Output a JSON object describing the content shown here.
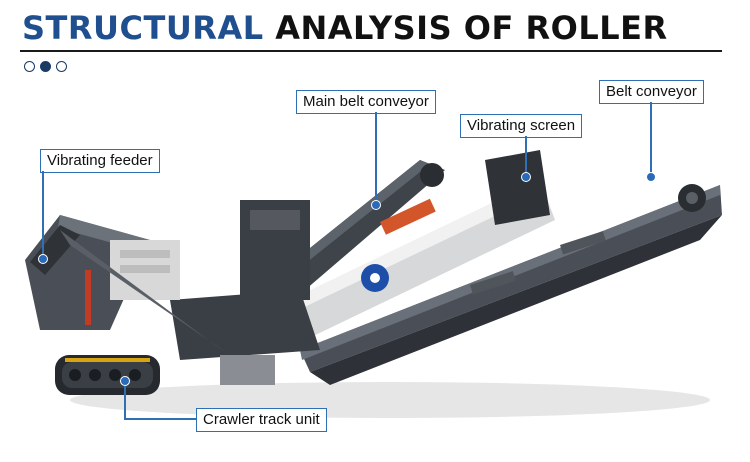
{
  "header": {
    "title_accent": "STRUCTURAL",
    "title_rest": "ANALYSIS OF ROLLER"
  },
  "pagination": {
    "total": 3,
    "active_index": 1
  },
  "callouts": {
    "main_belt_conveyor": "Main belt conveyor",
    "belt_conveyor": "Belt conveyor",
    "vibrating_screen": "Vibrating screen",
    "vibrating_feeder": "Vibrating feeder",
    "crawler_track_unit": "Crawler track unit"
  },
  "colors": {
    "accent": "#1f4f8f",
    "callout_border": "#2f6fb4",
    "machine_body": "#3b3f46",
    "machine_light": "#d9d9d9"
  }
}
